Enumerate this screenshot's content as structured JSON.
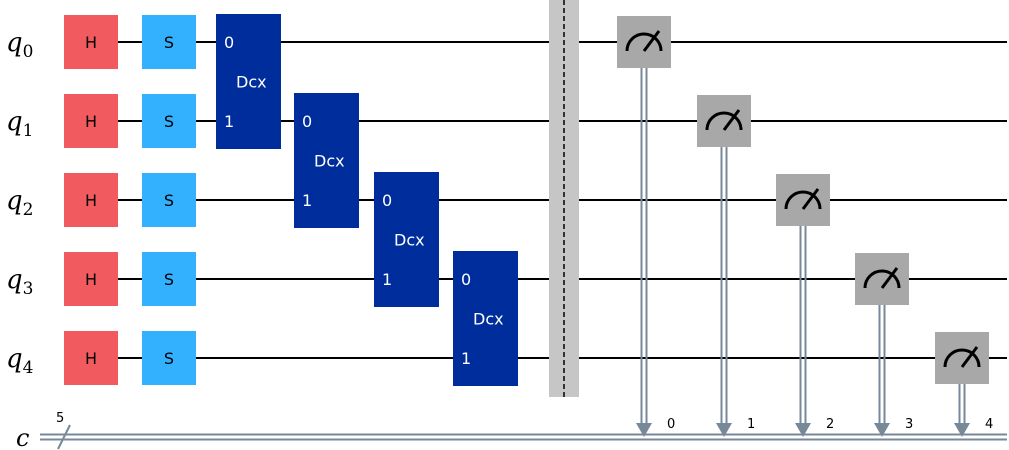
{
  "qubits": [
    {
      "name": "q",
      "index": "0"
    },
    {
      "name": "q",
      "index": "1"
    },
    {
      "name": "q",
      "index": "2"
    },
    {
      "name": "q",
      "index": "3"
    },
    {
      "name": "q",
      "index": "4"
    }
  ],
  "classical": {
    "name": "c",
    "size": "5"
  },
  "gates": {
    "h": {
      "label": "H",
      "color": "#f15a5e"
    },
    "s": {
      "label": "S",
      "color": "#33b1ff"
    },
    "dcx": {
      "label": "Dcx",
      "port_top": "0",
      "port_bottom": "1",
      "color": "#002d9c"
    },
    "measure": {
      "color": "#a8a8a8"
    },
    "barrier": {
      "color": "#c6c6c6"
    }
  },
  "dcx_ops": [
    {
      "qubits": [
        0,
        1
      ]
    },
    {
      "qubits": [
        1,
        2
      ]
    },
    {
      "qubits": [
        2,
        3
      ]
    },
    {
      "qubits": [
        3,
        4
      ]
    }
  ],
  "measurements": [
    {
      "qubit": 0,
      "bit": "0"
    },
    {
      "qubit": 1,
      "bit": "1"
    },
    {
      "qubit": 2,
      "bit": "2"
    },
    {
      "qubit": 3,
      "bit": "3"
    },
    {
      "qubit": 4,
      "bit": "4"
    }
  ],
  "wire_color": "#000000",
  "classical_wire_color": "#778899"
}
